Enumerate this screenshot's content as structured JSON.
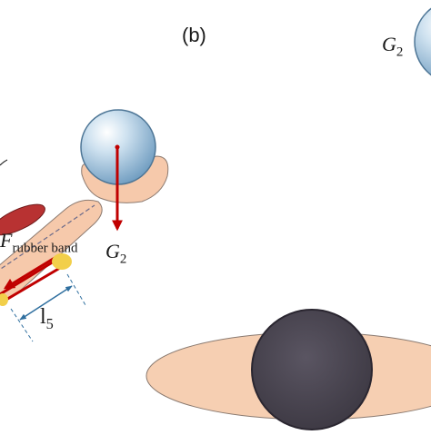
{
  "figure": {
    "panel_label": "(b)",
    "g2_top_label": {
      "main": "G",
      "sub": "2"
    },
    "g2_arrow_label": {
      "main": "G",
      "sub": "2"
    },
    "force_label": {
      "main": "F",
      "sub": "rubber band"
    },
    "length_label": {
      "main": "l",
      "sub": "5"
    },
    "colors": {
      "ball": "#7fa8c8",
      "hand": "#f6c9ab",
      "muscle": "#b83232",
      "force_arrow": "#c00000",
      "band_attachment": "#f2cf4a",
      "bottom_ball": "#4b4652",
      "ellipse": "#f6cfb2",
      "dimension_line": "#2f6f9f"
    }
  }
}
